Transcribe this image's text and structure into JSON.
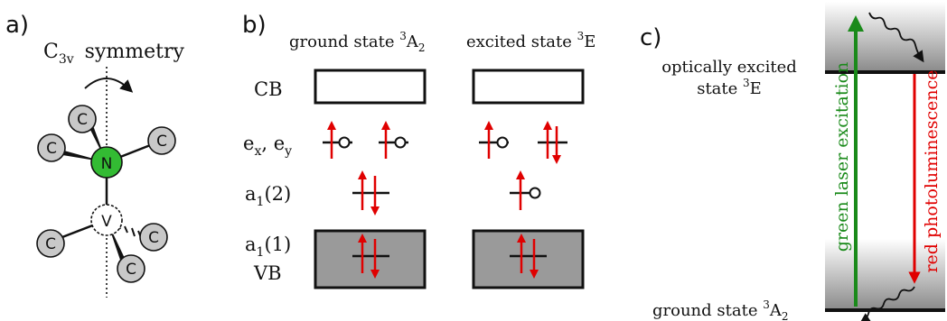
{
  "panel_a": {
    "label": "a)",
    "symmetry_base": "C",
    "symmetry_sub": "3v",
    "symmetry_word": "symmetry",
    "atom_c": "C",
    "atom_n": "N",
    "atom_v": "V"
  },
  "panel_b": {
    "label": "b)",
    "ground_prefix": "ground state ",
    "ground_sup": "3",
    "ground_main": "A",
    "ground_sub": "2",
    "excited_prefix": "excited state ",
    "excited_sup": "3",
    "excited_main": "E",
    "row_cb": "CB",
    "row_e_base1": "e",
    "row_e_sub1": "x",
    "row_e_sep": ", ",
    "row_e_base2": "e",
    "row_e_sub2": "y",
    "row_a12_base": "a",
    "row_a12_sub": "1",
    "row_a12_arg": "(2)",
    "row_a11_base": "a",
    "row_a11_sub": "1",
    "row_a11_arg": "(1)",
    "row_vb": "VB"
  },
  "panel_c": {
    "label": "c)",
    "excited_line1": "optically excited",
    "excited_line2_prefix": "state ",
    "excited_line2_sup": "3",
    "excited_line2_main": "E",
    "ground_prefix": "ground state ",
    "ground_sup": "3",
    "ground_main": "A",
    "ground_sub": "2",
    "green_label": "green laser excitation",
    "red_label": "red photoluminescence",
    "green_color": "#1a8a1a",
    "red_color": "#e00000"
  }
}
